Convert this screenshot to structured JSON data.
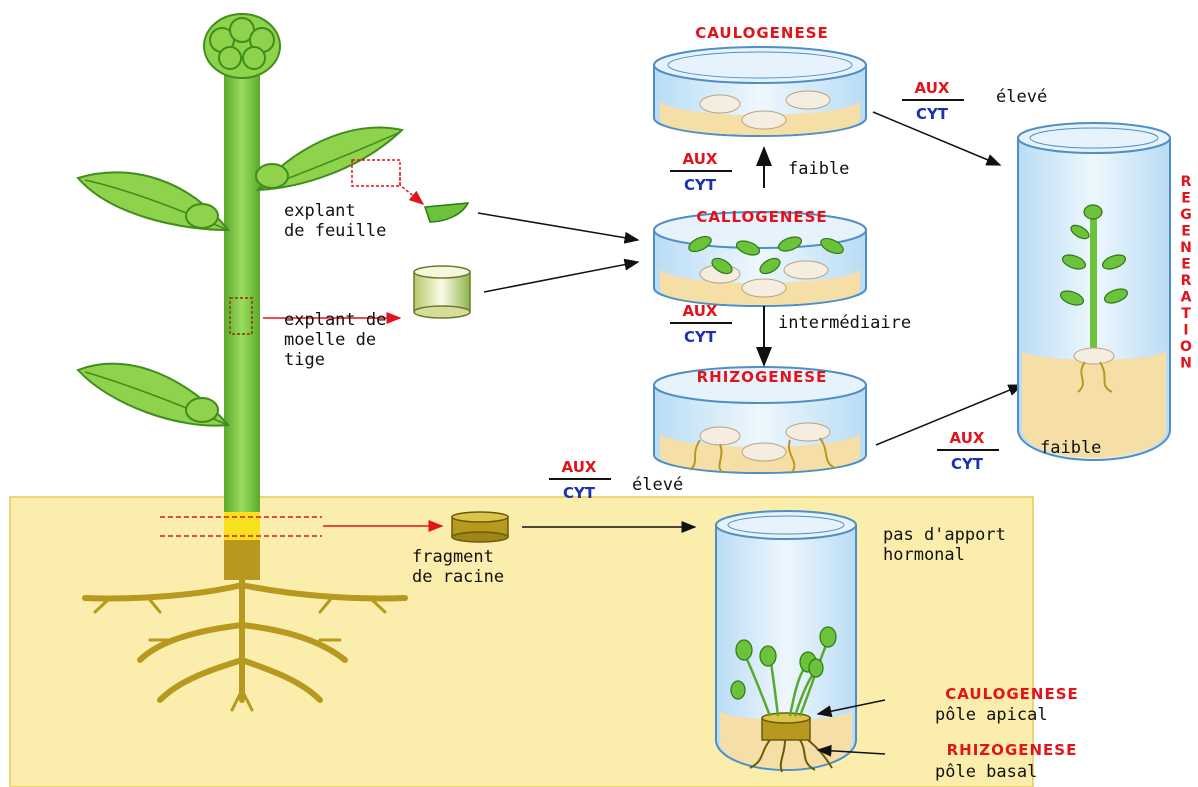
{
  "stages": {
    "caulogenese_top": "CAULOGENESE",
    "callogenese": "CALLOGENESE",
    "rhizogenese_mid": "RHIZOGENESE",
    "caulogenese_bottom": "CAULOGENESE",
    "rhizogenese_bottom": "RHIZOGENESE",
    "regeneration_letters": [
      "R",
      "E",
      "G",
      "E",
      "N",
      "E",
      "R",
      "A",
      "T",
      "I",
      "O",
      "N"
    ]
  },
  "ratio": {
    "numerator": "AUX",
    "denominator": "CYT"
  },
  "levels": {
    "to_caulo": "faible",
    "to_rhizo": "intermédiaire",
    "to_regen_top": "élevé",
    "to_regen_bottom": "faible",
    "root_left": "élevé"
  },
  "labels": {
    "leaf_explant": [
      "explant",
      "de feuille"
    ],
    "stem_explant": [
      "explant de",
      "moelle de",
      "tige"
    ],
    "root_fragment": [
      "fragment",
      "de racine"
    ],
    "no_hormone": [
      "pas d'apport",
      "hormonal"
    ],
    "apical": "pôle apical",
    "basal": "pôle basal"
  },
  "colors": {
    "title_red": "#e3131b",
    "cyt_blue": "#1c2fb5",
    "plant_green": "#7dc642",
    "root_olive": "#a58a1c",
    "soil_yellow": "#fbeeac",
    "glass_blue": "#cfe6f7"
  }
}
